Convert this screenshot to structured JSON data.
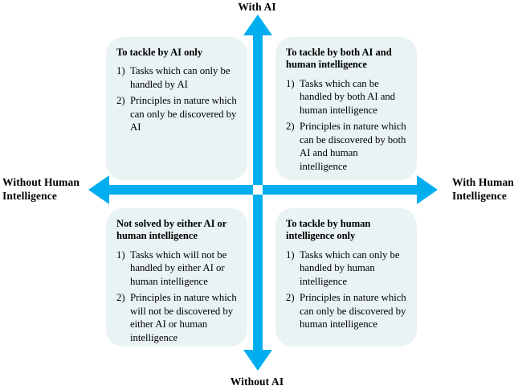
{
  "diagram": {
    "type": "2x2-matrix",
    "accent_color": "#00AEEF",
    "box_fill_color": "#E9F3F4",
    "text_color": "#000000",
    "axes": {
      "vertical": {
        "top_label": "With AI",
        "bottom_label": "Without AI",
        "top_arrow_icon": "arrow-up-icon",
        "bottom_arrow_icon": "arrow-down-icon"
      },
      "horizontal": {
        "left_label": "Without Human\nIntelligence",
        "right_label": "With Human\nIntelligence",
        "left_arrow_icon": "arrow-left-icon",
        "right_arrow_icon": "arrow-right-icon"
      }
    },
    "quadrants": [
      {
        "position": "top-left",
        "title": "To tackle by AI only",
        "items": [
          {
            "marker": "1)",
            "text": "Tasks which can only be handled by AI"
          },
          {
            "marker": "2)",
            "text": "Principles in nature which can only be discovered by AI"
          }
        ]
      },
      {
        "position": "top-right",
        "title": "To tackle by both AI and human intelligence",
        "items": [
          {
            "marker": "1)",
            "text": "Tasks which can be handled by both AI and human intelligence"
          },
          {
            "marker": "2)",
            "text": "Principles in nature which can be discovered by both AI and human intelligence"
          }
        ]
      },
      {
        "position": "bottom-left",
        "title": "Not solved by either AI or human intelligence",
        "items": [
          {
            "marker": "1)",
            "text": "Tasks which will not be handled by either AI or human intelligence"
          },
          {
            "marker": "2)",
            "text": "Principles in nature which will not be discovered by either AI or human intelligence"
          }
        ]
      },
      {
        "position": "bottom-right",
        "title": "To tackle by human intelligence only",
        "items": [
          {
            "marker": "1)",
            "text": "Tasks which can only be handled by human intelligence"
          },
          {
            "marker": "2)",
            "text": "Principles in nature which can only be discovered by human intelligence"
          }
        ]
      }
    ]
  }
}
